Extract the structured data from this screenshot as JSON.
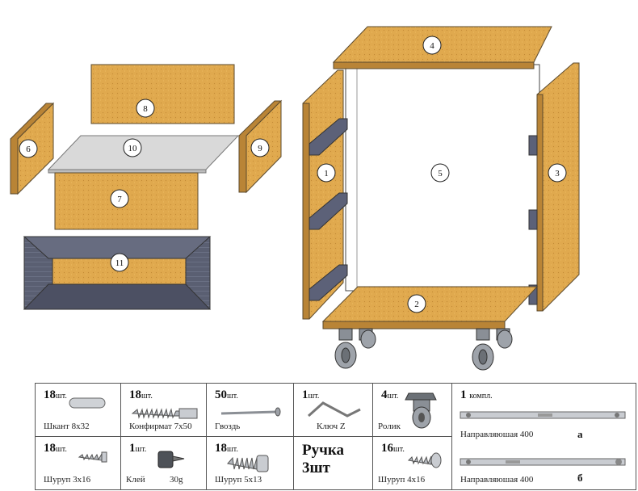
{
  "parts": [
    {
      "id": "p1",
      "number": "1"
    },
    {
      "id": "p2",
      "number": "2"
    },
    {
      "id": "p3",
      "number": "3"
    },
    {
      "id": "p4",
      "number": "4"
    },
    {
      "id": "p5",
      "number": "5"
    },
    {
      "id": "p6",
      "number": "6"
    },
    {
      "id": "p7",
      "number": "7"
    },
    {
      "id": "p8",
      "number": "8"
    },
    {
      "id": "p9",
      "number": "9"
    },
    {
      "id": "p10",
      "number": "10"
    },
    {
      "id": "p11",
      "number": "11"
    }
  ],
  "hardware": {
    "dowel": {
      "qty": "18",
      "unit": "шт.",
      "label": "Шкант 8x32",
      "icon": "dowel-icon"
    },
    "confirmat": {
      "qty": "18",
      "unit": "шт.",
      "label": "Конфирмат 7x50",
      "icon": "confirmat-screw-icon"
    },
    "nail": {
      "qty": "50",
      "unit": "шт.",
      "label": "Гвоздь",
      "icon": "nail-icon"
    },
    "zkey": {
      "qty": "1",
      "unit": "шт.",
      "label": "Ключ Z",
      "icon": "z-key-icon"
    },
    "caster": {
      "qty": "4",
      "unit": "шт.",
      "label": "Ролик",
      "icon": "caster-wheel-icon"
    },
    "runners": {
      "qty": "1",
      "unit": "компл.",
      "label_a": "Направляюшая 400",
      "variant_a": "а",
      "label_b": "Направляюшая 400",
      "variant_b": "б",
      "icon": "drawer-runner-icon"
    },
    "screw316": {
      "qty": "18",
      "unit": "шт.",
      "label": "Шуруп 3x16",
      "icon": "screw-icon"
    },
    "glue": {
      "qty": "1",
      "unit": "шт.",
      "label": "Клей",
      "amount": "30g",
      "icon": "glue-bottle-icon"
    },
    "screw513": {
      "qty": "18",
      "unit": "шт.",
      "label": "Шуруп 5x13",
      "icon": "euro-screw-icon"
    },
    "handle": {
      "line1": "Ручка",
      "line2": "3шт"
    },
    "screw416": {
      "qty": "16",
      "unit": "шт.",
      "label": "Шуруп 4x16",
      "icon": "screw-icon"
    }
  },
  "colors": {
    "board": "#e0a94e",
    "board_dark": "#b98436",
    "edge": "#5b4a2e",
    "rail": "#5c6178",
    "fibreboard": "#5a5f72",
    "panel": "#d9d9d9"
  }
}
